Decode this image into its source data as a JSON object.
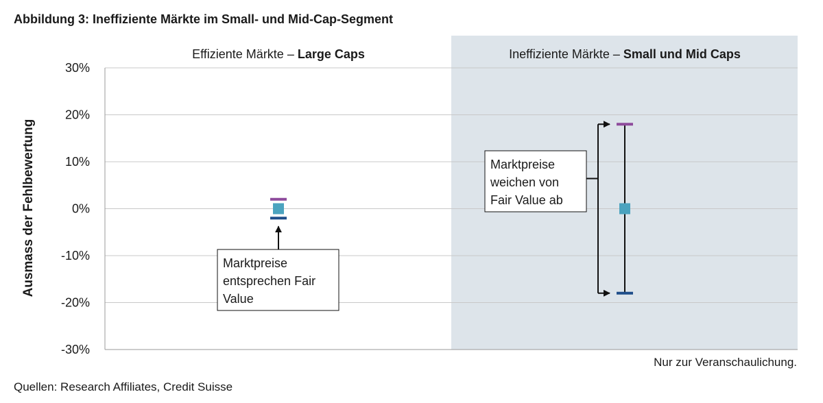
{
  "figure": {
    "title": "Abbildung 3: Ineffiziente Märkte im Small- und Mid-Cap-Segment",
    "footnote": "Nur zur Veranschaulichung.",
    "source": "Quellen: Research Affiliates, Credit Suisse"
  },
  "chart_data": {
    "type": "scatter",
    "ylabel": "Ausmass der Fehlbewertung",
    "ylim": [
      -30,
      30
    ],
    "yticks": [
      30,
      20,
      10,
      0,
      -10,
      -20,
      -30
    ],
    "ytick_labels": [
      "30%",
      "20%",
      "10%",
      "0%",
      "-10%",
      "-20%",
      "-30%"
    ],
    "grid": true,
    "panels": [
      {
        "label_regular": "Effiziente Märkte – ",
        "label_bold": "Large Caps",
        "shaded": false,
        "upper": 2,
        "fair_value": 0,
        "lower": -2,
        "annotation": [
          "Marktpreise",
          "entsprechen Fair",
          "Value"
        ]
      },
      {
        "label_regular": "Ineffiziente Märkte – ",
        "label_bold": "Small und Mid Caps",
        "shaded": true,
        "upper": 18,
        "fair_value": 0,
        "lower": -18,
        "annotation": [
          "Marktpreise",
          "weichen von",
          "Fair Value ab"
        ]
      }
    ],
    "colors": {
      "upper": "#8e4b9c",
      "fair_value": "#4ba3bf",
      "lower": "#1f4e8a",
      "shade": "#dde4ea",
      "grid": "#c8c8c8"
    }
  }
}
